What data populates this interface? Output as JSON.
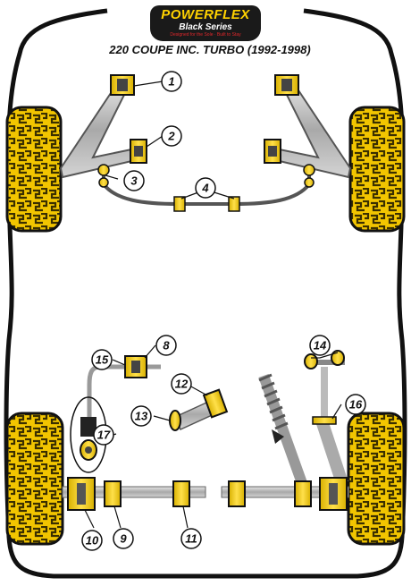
{
  "header": {
    "brand_name": "POWERFLEX",
    "brand_series": "Black Series",
    "brand_tagline": "Designed for the Sole · Built to Stay",
    "title": "220 COUPE INC. TURBO (1992-1998)"
  },
  "callouts": [
    "1",
    "2",
    "3",
    "4",
    "8",
    "15",
    "12",
    "13",
    "17",
    "14",
    "16",
    "10",
    "9",
    "11"
  ],
  "colors": {
    "bushing": "#ffd200",
    "bushing_dark": "#c9a400",
    "tyre": "#f2c500",
    "tyre_tread": "#3a2f00",
    "outline": "#111111",
    "metal": "#bdbdbd",
    "metal_dark": "#8a8a8a"
  },
  "icons": [
    "powerflex-logo",
    "car-body-outline",
    "wheel-icon",
    "bushing-icon",
    "arrow-pointer-icon"
  ]
}
